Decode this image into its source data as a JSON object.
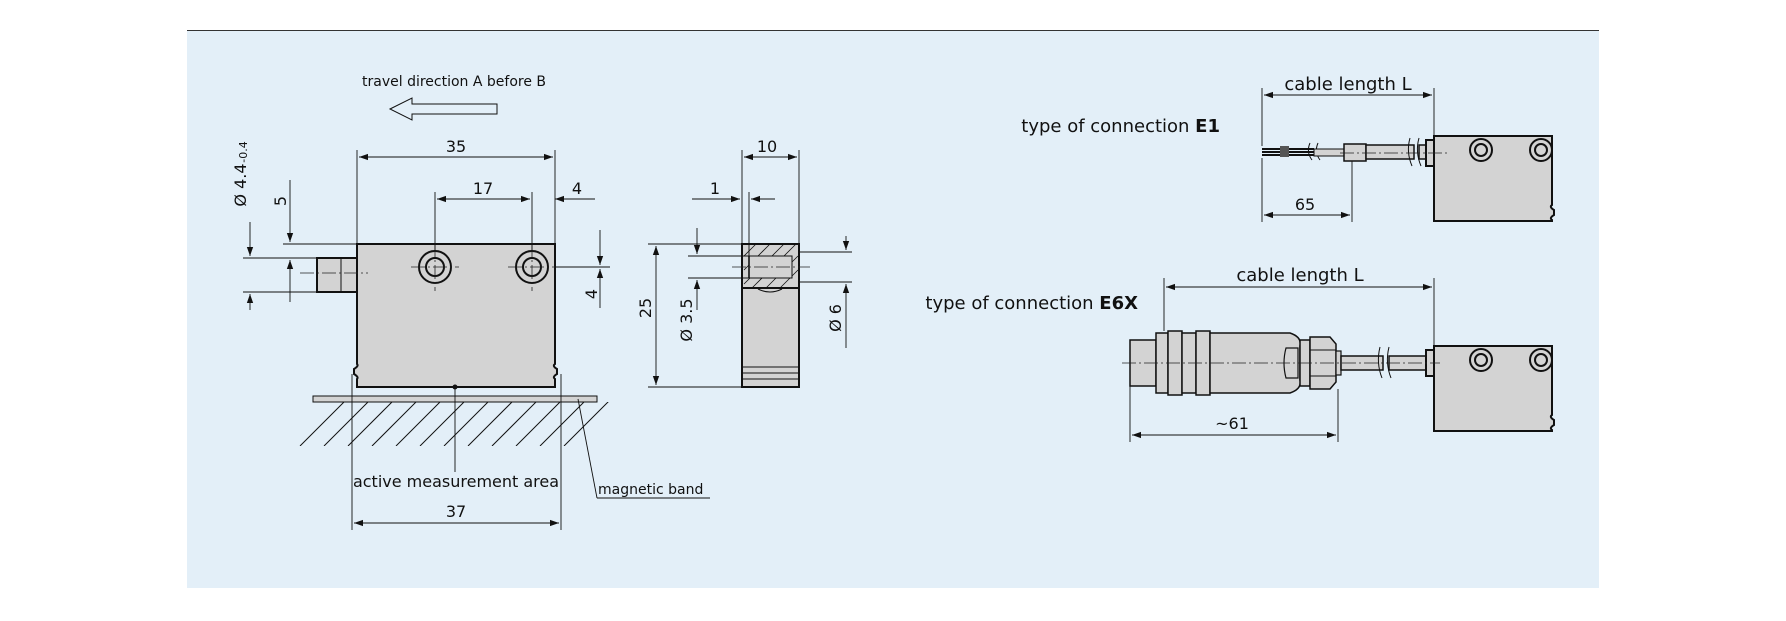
{
  "labels": {
    "travel_direction": "travel direction A before B",
    "active_area": "active measurement area",
    "magnetic_band": "magnetic band",
    "conn_e1_prefix": "type of connection ",
    "conn_e1_code": "E1",
    "conn_e6x_prefix": "type of connection ",
    "conn_e6x_code": "E6X",
    "cable_length_e1": "cable length L",
    "cable_length_e6x": "cable length L"
  },
  "dimensions": {
    "width_35": "35",
    "hole_spacing_17": "17",
    "edge_4": "4",
    "height_5": "5",
    "right_4": "4",
    "diameter_44": "Ø 4.4",
    "diameter_44_tol": "-0.4",
    "base_37": "37",
    "side_10": "10",
    "side_1": "1",
    "side_25": "25",
    "side_d35": "Ø 3.5",
    "side_d6": "Ø 6",
    "e1_65": "65",
    "e6x_61": "~61"
  }
}
